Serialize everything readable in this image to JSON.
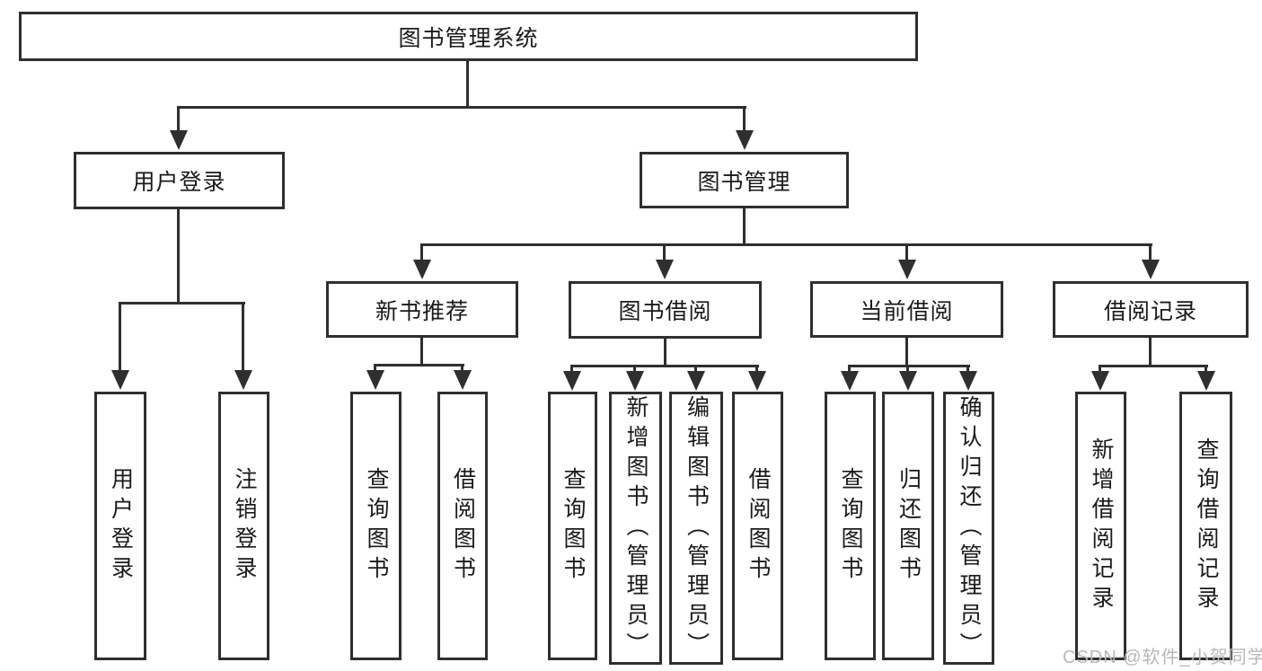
{
  "tree": {
    "label": "图书管理系统",
    "children": [
      {
        "label": "用户登录",
        "children": [
          {
            "label": "用户登录"
          },
          {
            "label": "注销登录"
          }
        ]
      },
      {
        "label": "图书管理",
        "children": [
          {
            "label": "新书推荐",
            "children": [
              {
                "label": "查询图书"
              },
              {
                "label": "借阅图书"
              }
            ]
          },
          {
            "label": "图书借阅",
            "children": [
              {
                "label": "查询图书"
              },
              {
                "label": "新增图书（管理员）"
              },
              {
                "label": "编辑图书（管理员）"
              },
              {
                "label": "借阅图书"
              }
            ]
          },
          {
            "label": "当前借阅",
            "children": [
              {
                "label": "查询图书"
              },
              {
                "label": "归还图书"
              },
              {
                "label": "确认归还（管理员）"
              }
            ]
          },
          {
            "label": "借阅记录",
            "children": [
              {
                "label": "新增借阅记录"
              },
              {
                "label": "查询借阅记录"
              }
            ]
          }
        ]
      }
    ]
  },
  "watermark": {
    "text": "CSDN @软件_小贺同学",
    "color": "#b8b8b8"
  },
  "colors": {
    "line": "#2f2f2f",
    "text": "#1a1a1a",
    "background": "#ffffff"
  }
}
